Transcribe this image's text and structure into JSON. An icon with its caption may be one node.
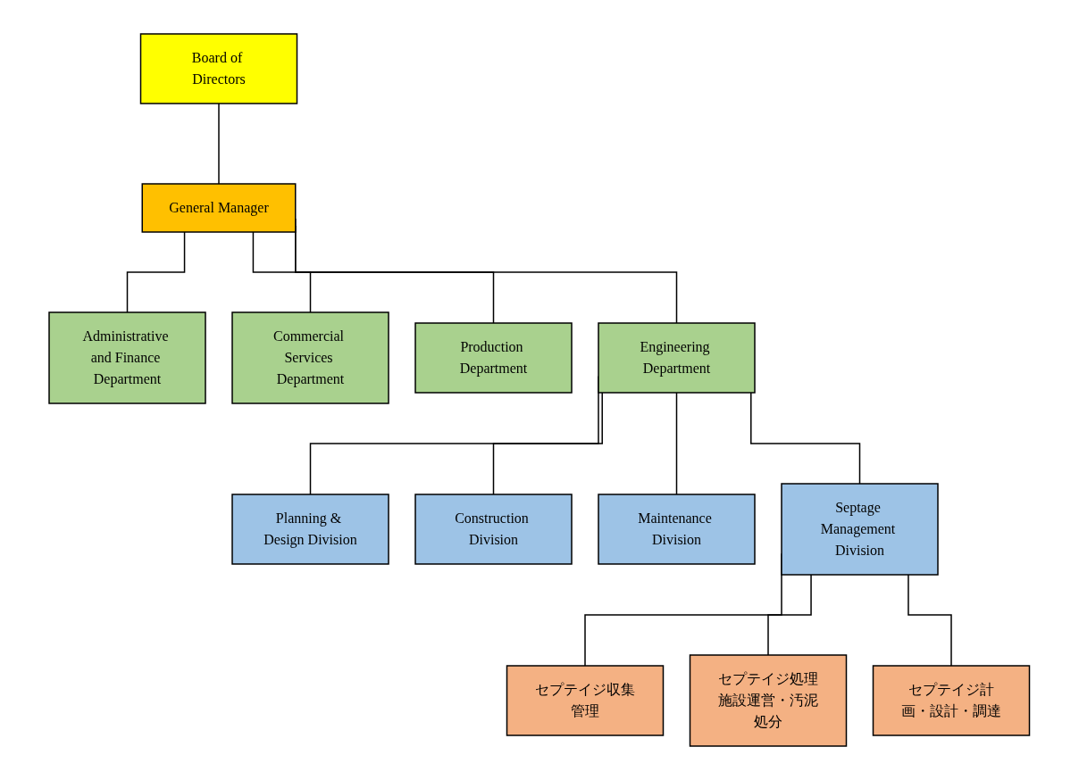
{
  "diagram": {
    "nodes": [
      {
        "text": [
          "Board of Directors"
        ]
      },
      {
        "text": [
          "General Manager"
        ]
      },
      {
        "text": [
          "Administrative and Finance Department"
        ]
      },
      {
        "text": [
          "Commercial Services Department"
        ]
      },
      {
        "text": [
          "Production Department"
        ]
      },
      {
        "text": [
          "Engineering Department"
        ]
      },
      {
        "text": [
          "Planning & Design Division"
        ]
      },
      {
        "text": [
          "Construction Division"
        ]
      },
      {
        "text": [
          "Maintenance Division"
        ]
      },
      {
        "text": [
          "Septage Management Division"
        ]
      },
      {
        "text": [
          "セプテイジ収集管理"
        ]
      },
      {
        "text": [
          "セプテイジ処理施設運営・汚泥処分"
        ]
      },
      {
        "text": [
          "セプテイジ計画・設計・調達"
        ]
      }
    ],
    "edges": [
      {
        "from": 0,
        "to": 1,
        "arrow": "none"
      },
      {
        "from": 1,
        "to": 2,
        "arrow": "none"
      },
      {
        "from": 1,
        "to": 3,
        "arrow": "none"
      },
      {
        "from": 1,
        "to": 4,
        "arrow": "none"
      },
      {
        "from": 1,
        "to": 5,
        "arrow": "none"
      },
      {
        "from": 5,
        "to": 6,
        "arrow": "none"
      },
      {
        "from": 5,
        "to": 7,
        "arrow": "none"
      },
      {
        "from": 5,
        "to": 8,
        "arrow": "none"
      },
      {
        "from": 5,
        "to": 9,
        "arrow": "none"
      },
      {
        "from": 9,
        "to": 10,
        "arrow": "none"
      },
      {
        "from": 9,
        "to": 11,
        "arrow": "none"
      },
      {
        "from": 9,
        "to": 12,
        "arrow": "none"
      }
    ]
  }
}
